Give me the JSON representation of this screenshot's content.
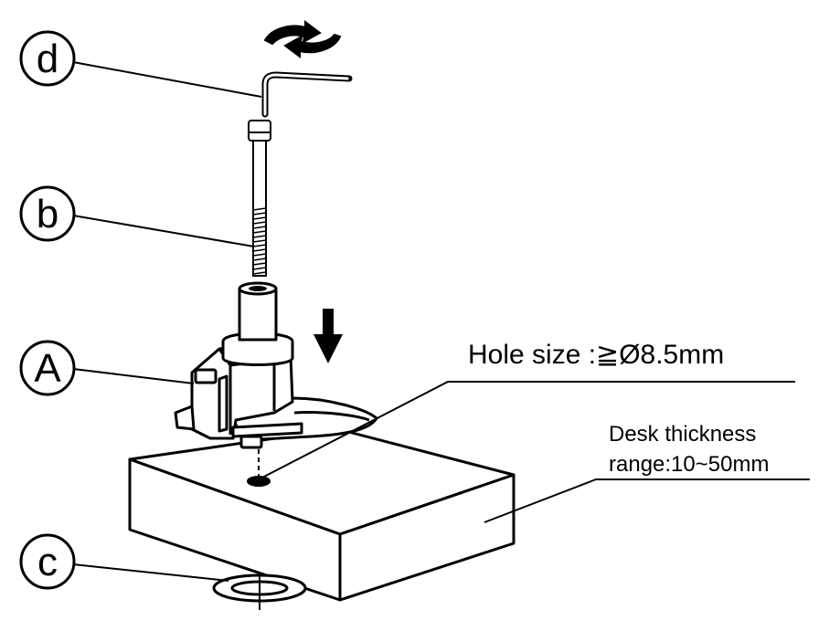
{
  "callouts": {
    "d": "d",
    "b": "b",
    "A": "A",
    "c": "c"
  },
  "notes": {
    "hole_size": "Hole size :≧Ø8.5mm",
    "desk_thickness_line1": "Desk thickness",
    "desk_thickness_line2": "range:10~50mm"
  },
  "colors": {
    "line": "#000000",
    "fill": "#ffffff"
  }
}
